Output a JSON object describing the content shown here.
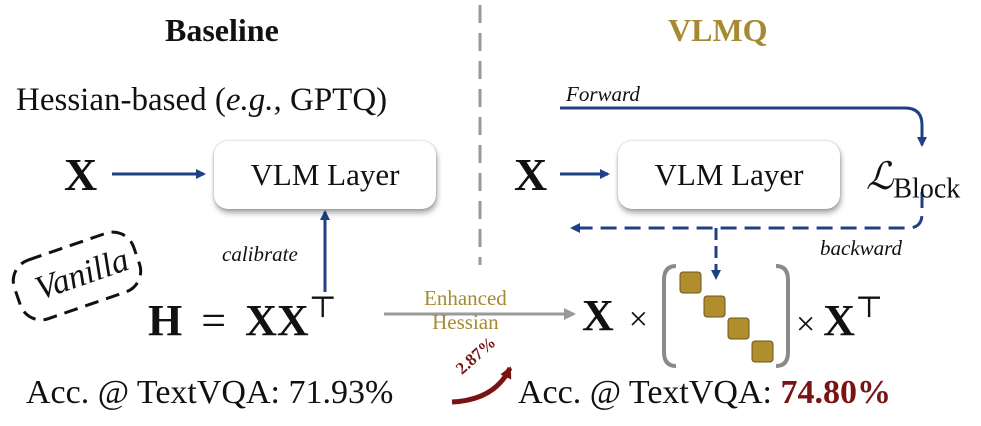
{
  "baseline": {
    "title": "Baseline",
    "subtitle_prefix": "Hessian-based (",
    "subtitle_eg": "e.g.",
    "subtitle_suffix": ", GPTQ)",
    "input_symbol": "X",
    "layer_label": "VLM Layer",
    "calibrate_label": "calibrate",
    "vanilla_label": "Vanilla",
    "hessian_lhs": "H",
    "hessian_eq": "=",
    "hessian_rhs": "XX",
    "transpose": "⊤",
    "accuracy_text": "Acc. @ TextVQA: 71.93%"
  },
  "vlmq": {
    "title": "VLMQ",
    "forward_label": "Forward",
    "backward_label": "backward",
    "input_symbol": "X",
    "layer_label": "VLM Layer",
    "loss_symbol": "ℒ",
    "loss_subscript": "Block",
    "product_left": "X",
    "times_sign": "×",
    "product_right": "X",
    "transpose": "⊤",
    "accuracy_prefix": "Acc. @ TextVQA: ",
    "accuracy_value": "74.80%"
  },
  "transition": {
    "label_line1": "Enhanced",
    "label_line2": "Hessian",
    "gain": "2.87%"
  },
  "colors": {
    "arrow_blue": "#1f3f86",
    "vlmq_gold": "#a68a32",
    "highlight_red": "#7a1414",
    "divider_gray": "#999999",
    "matrix_block": "#b08d2d"
  }
}
